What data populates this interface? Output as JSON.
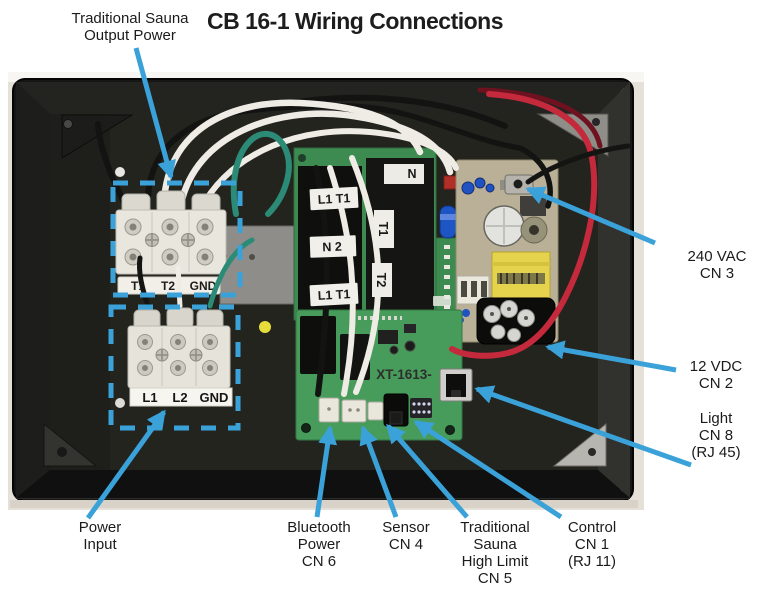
{
  "title": "CB 16-1 Wiring Connections",
  "callouts": {
    "output_power": "Traditional Sauna\nOutput Power",
    "vac_240": "240 VAC\nCN 3",
    "vdc_12": "12 VDC\nCN 2",
    "light": "Light\nCN 8\n(RJ 45)",
    "power_input": "Power\nInput",
    "bluetooth_power": "Bluetooth\nPower\nCN 6",
    "sensor": "Sensor\nCN 4",
    "high_limit": "Traditional\nSauna\nHigh Limit\nCN 5",
    "control": "Control\nCN 1\n(RJ 11)"
  },
  "photo": {
    "board_model": "XT-1613-",
    "terminal_output": {
      "t1": "T1",
      "t2": "T2",
      "gnd": "GND"
    },
    "terminal_input": {
      "l1": "L1",
      "l2": "L2",
      "gnd": "GND"
    },
    "wire_tapes": {
      "tape1": "L1 T1",
      "tape2": "N 2",
      "tape3": "L1 T1",
      "tape4": "N",
      "tape5": "T1",
      "tape6": "T2"
    }
  },
  "colors": {
    "callout_accent": "#3ba2d9",
    "enclosure_black": "#161614",
    "pcb_green": "#479c5b",
    "callout_text": "#1b1b1b"
  }
}
